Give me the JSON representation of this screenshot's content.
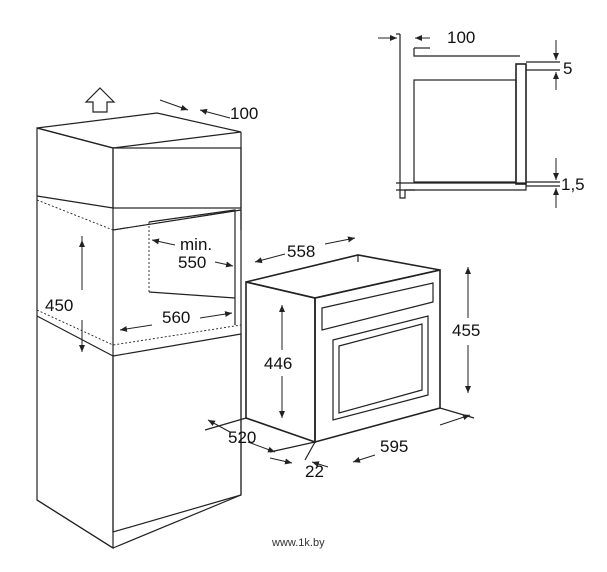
{
  "diagram": {
    "cabinet": {
      "dim_top_depth": "100",
      "dim_min": "min.",
      "dim_550": "550",
      "dim_450": "450",
      "dim_560": "560"
    },
    "oven": {
      "dim_558": "558",
      "dim_455": "455",
      "dim_446": "446",
      "dim_520": "520",
      "dim_595": "595",
      "dim_22": "22"
    },
    "detail": {
      "dim_100": "100",
      "dim_5": "5",
      "dim_1_5": "1,5"
    },
    "watermark": "www.1k.by"
  }
}
